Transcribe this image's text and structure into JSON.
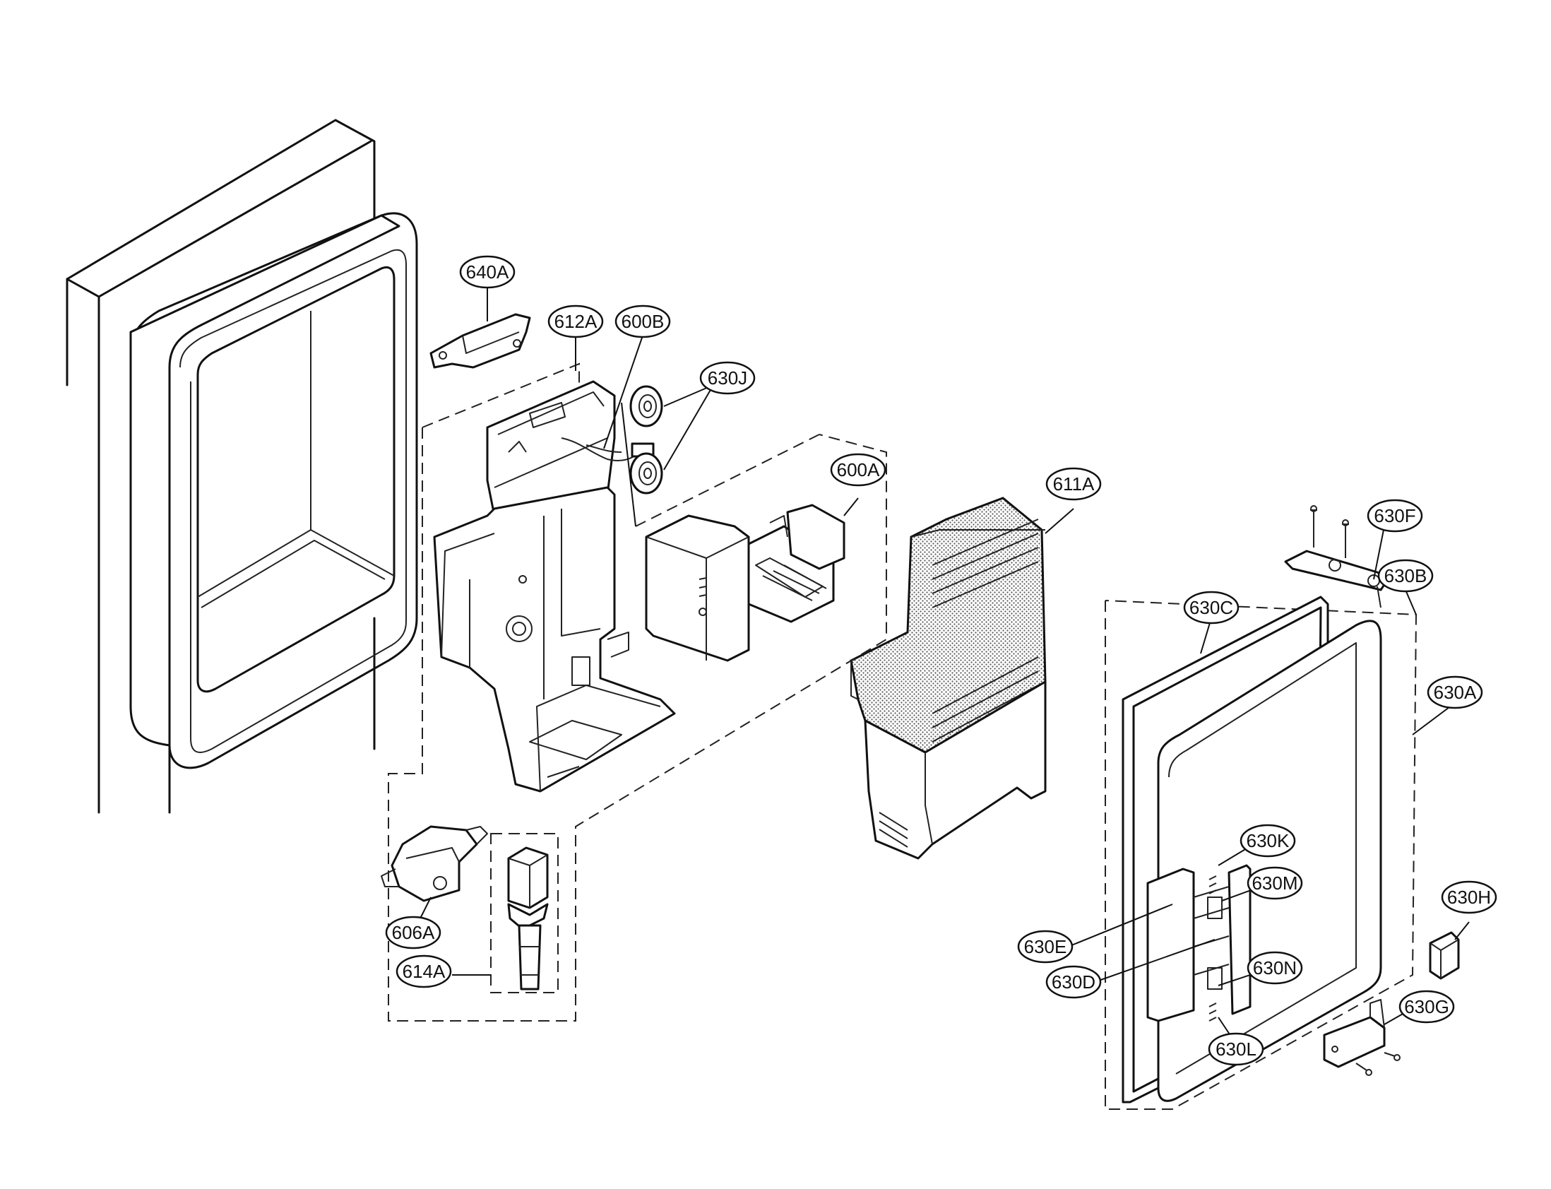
{
  "labels": [
    {
      "id": "640A",
      "text": "640A"
    },
    {
      "id": "612A",
      "text": "612A"
    },
    {
      "id": "600B",
      "text": "600B"
    },
    {
      "id": "630J",
      "text": "630J"
    },
    {
      "id": "600A",
      "text": "600A"
    },
    {
      "id": "611A",
      "text": "611A"
    },
    {
      "id": "630F",
      "text": "630F"
    },
    {
      "id": "630B",
      "text": "630B"
    },
    {
      "id": "630C",
      "text": "630C"
    },
    {
      "id": "630A",
      "text": "630A"
    },
    {
      "id": "630K",
      "text": "630K"
    },
    {
      "id": "630M",
      "text": "630M"
    },
    {
      "id": "630E",
      "text": "630E"
    },
    {
      "id": "630H",
      "text": "630H"
    },
    {
      "id": "630D",
      "text": "630D"
    },
    {
      "id": "630N",
      "text": "630N"
    },
    {
      "id": "630G",
      "text": "630G"
    },
    {
      "id": "630L",
      "text": "630L"
    },
    {
      "id": "606A",
      "text": "606A"
    },
    {
      "id": "614A",
      "text": "614A"
    }
  ]
}
